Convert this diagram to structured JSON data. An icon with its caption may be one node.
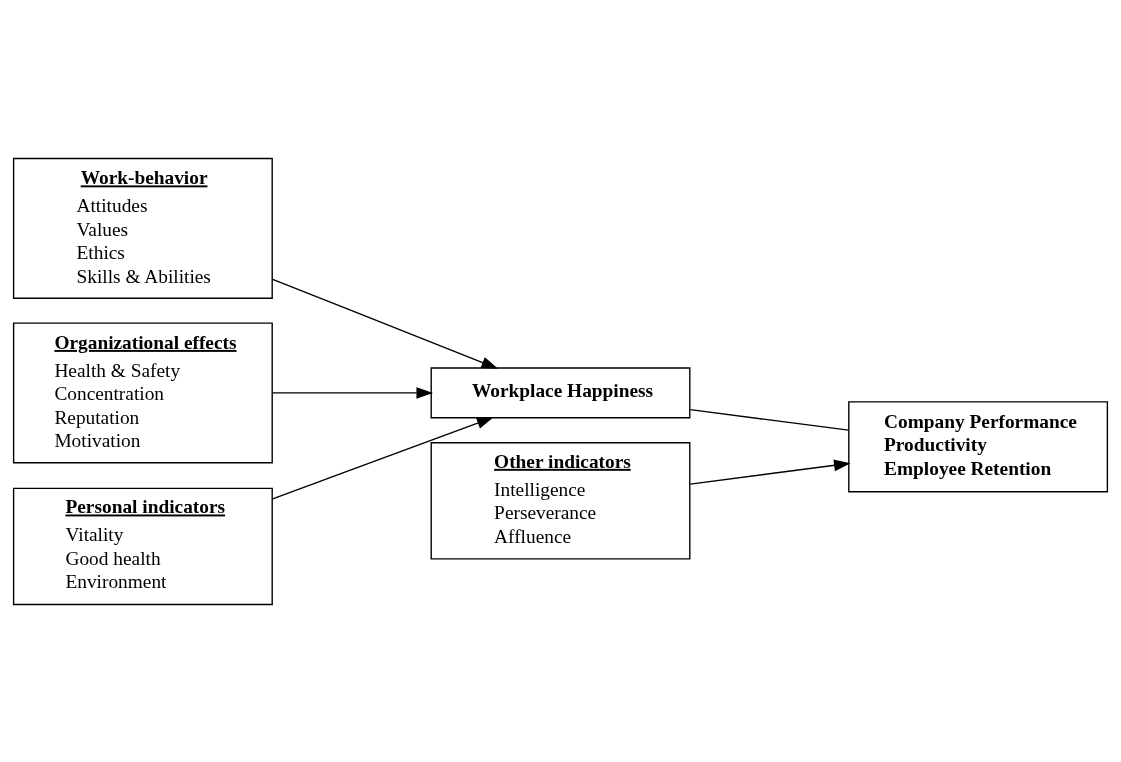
{
  "diagram": {
    "nodes": [
      {
        "text": [
          "Work-behavior",
          "Attitudes",
          "Values",
          "Ethics",
          "Skills & Abilities"
        ]
      },
      {
        "text": [
          "Organizational effects",
          "Health & Safety",
          "Concentration",
          "Reputation",
          "Motivation"
        ]
      },
      {
        "text": [
          "Personal indicators",
          "Vitality",
          "Good health",
          "Environment"
        ]
      },
      {
        "text": [
          "Workplace Happiness"
        ]
      },
      {
        "text": [
          "Company Performance",
          "Productivity",
          "Employee Retention"
        ]
      },
      {
        "text": [
          "Other indicators",
          "Intelligence",
          "Perseverance",
          "Affluence"
        ]
      }
    ],
    "edges": [
      {
        "from": 0,
        "to": 3,
        "arrow": "to"
      },
      {
        "from": 1,
        "to": 3,
        "arrow": "to"
      },
      {
        "from": 2,
        "to": 3,
        "arrow": "to"
      },
      {
        "from": 3,
        "to": 4,
        "arrow": "none"
      },
      {
        "from": 5,
        "to": 4,
        "arrow": "to"
      }
    ]
  }
}
